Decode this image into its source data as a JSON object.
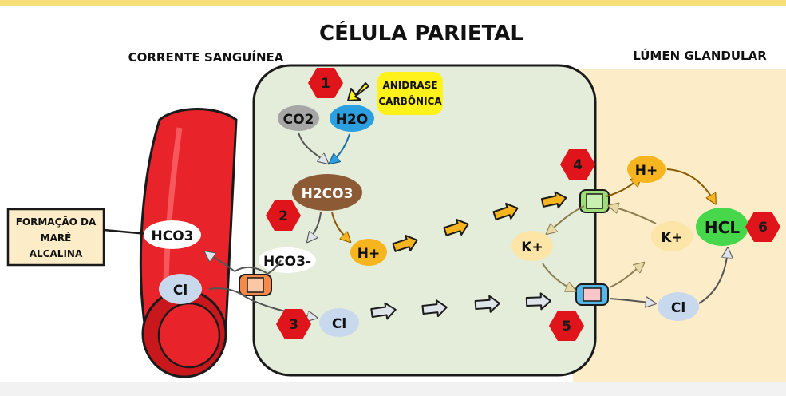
{
  "header": {
    "title": "CÉLULA PARIETAL",
    "left_region": "CORRENTE SANGUÍNEA",
    "right_region": "LÚMEN GLANDULAR"
  },
  "callout": {
    "line1": "FORMAÇÃO DA",
    "line2": "MARÉ",
    "line3": "ALCALINA"
  },
  "enzyme": {
    "line1": "ANIDRASE",
    "line2": "CARBÔNICA"
  },
  "molecules": {
    "co2": "CO2",
    "h2o": "H2O",
    "h2co3": "H2CO3",
    "hco3_cell": "HCO3-",
    "hco3_blood": "HCO3",
    "h_cell": "H+",
    "h_lumen": "H+",
    "cl_blood": "Cl",
    "cl_cell": "Cl",
    "cl_lumen": "Cl",
    "k_cell": "K+",
    "k_lumen": "K+",
    "hcl": "HCL"
  },
  "steps": [
    "1",
    "2",
    "3",
    "4",
    "5",
    "6"
  ],
  "colors": {
    "cell_fill": "#e3edd9",
    "lumen_fill": "#fcecc8",
    "vessel": "#e8232a",
    "step_badge": "#e0151b",
    "enzyme_fill": "#fff21a",
    "proton": "#f6b41f",
    "chloride": "#c8d9ee",
    "potassium": "#fde5a8",
    "hcl": "#46d84a",
    "h2co3": "#8d5a36",
    "co2": "#a6a6a6",
    "h2o": "#2b9fe0"
  }
}
